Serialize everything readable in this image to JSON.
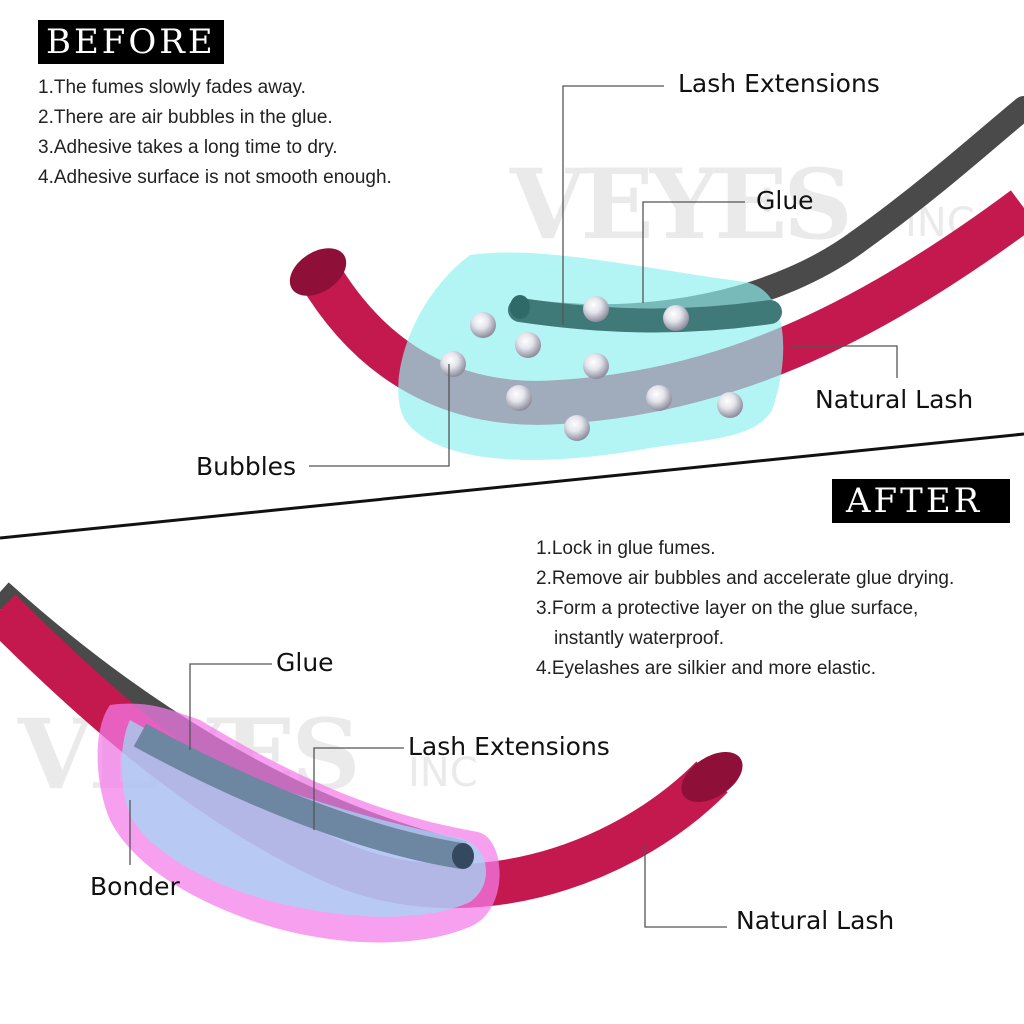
{
  "before": {
    "badge": "BEFORE",
    "notes": [
      "1.The fumes slowly fades away.",
      "2.There are air bubbles in the glue.",
      "3.Adhesive takes a long time to dry.",
      "4.Adhesive surface is not smooth enough."
    ],
    "labels": {
      "lash_extensions": "Lash Extensions",
      "glue": "Glue",
      "natural_lash": "Natural Lash",
      "bubbles": "Bubbles"
    }
  },
  "after": {
    "badge": "AFTER",
    "notes": [
      "1.Lock in glue fumes.",
      "2.Remove air bubbles and accelerate glue drying.",
      "3.Form a protective layer on the glue  surface,",
      "instantly waterproof.",
      "4.Eyelashes are silkier and more elastic."
    ],
    "labels": {
      "glue": "Glue",
      "lash_extensions": "Lash Extensions",
      "bonder": "Bonder",
      "natural_lash": "Natural Lash"
    }
  },
  "watermark": "VEYES INC",
  "colors": {
    "natural_lash": "#c4194f",
    "lash_extension": "#4a4a4a",
    "glue_before": "#8ff0ef",
    "glue_after": "#f47bea",
    "bonder": "#9fd8f5"
  }
}
